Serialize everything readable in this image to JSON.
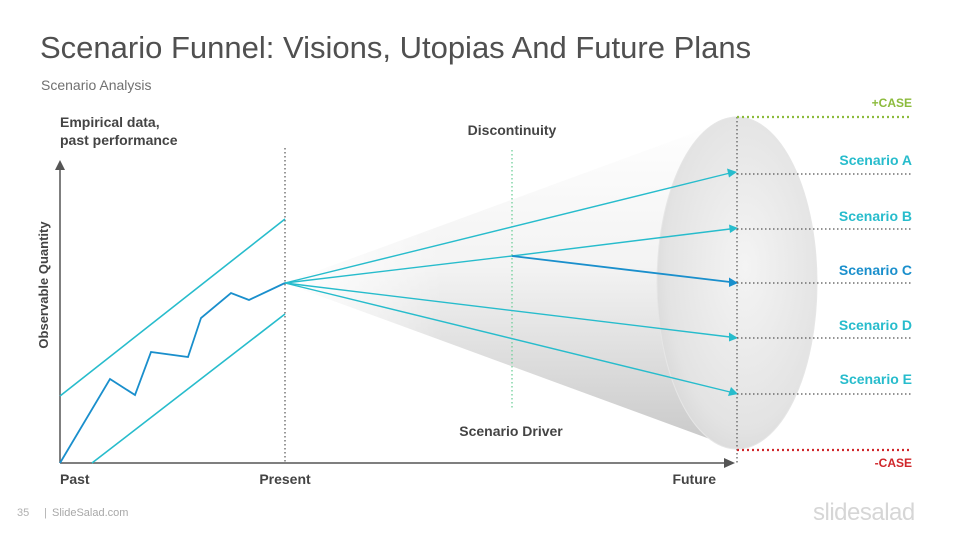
{
  "slide": {
    "title": "Scenario Funnel: Visions, Utopias And Future Plans",
    "subtitle": "Scenario Analysis"
  },
  "diagram": {
    "y_axis_label": "Observable Quantity",
    "empirical_label_line1": "Empirical data,",
    "empirical_label_line2": "past performance",
    "discontinuity_label": "Discontinuity",
    "scenario_driver_label": "Scenario Driver",
    "x_labels": {
      "past": "Past",
      "present": "Present",
      "future": "Future"
    },
    "plus_case": "+CASE",
    "minus_case": "-CASE",
    "scenarios": [
      "Scenario A",
      "Scenario B",
      "Scenario C",
      "Scenario D",
      "Scenario E"
    ],
    "colors": {
      "accent": "#27bccc",
      "accent_dark": "#1a8fcc",
      "plus_case": "#8cbb3c",
      "minus_case": "#d0262a",
      "axis": "#555555",
      "label_text": "#444444"
    }
  },
  "footer": {
    "page_number": "35",
    "separator": "|",
    "site": "SlideSalad.com",
    "logo": "slidesalad"
  }
}
